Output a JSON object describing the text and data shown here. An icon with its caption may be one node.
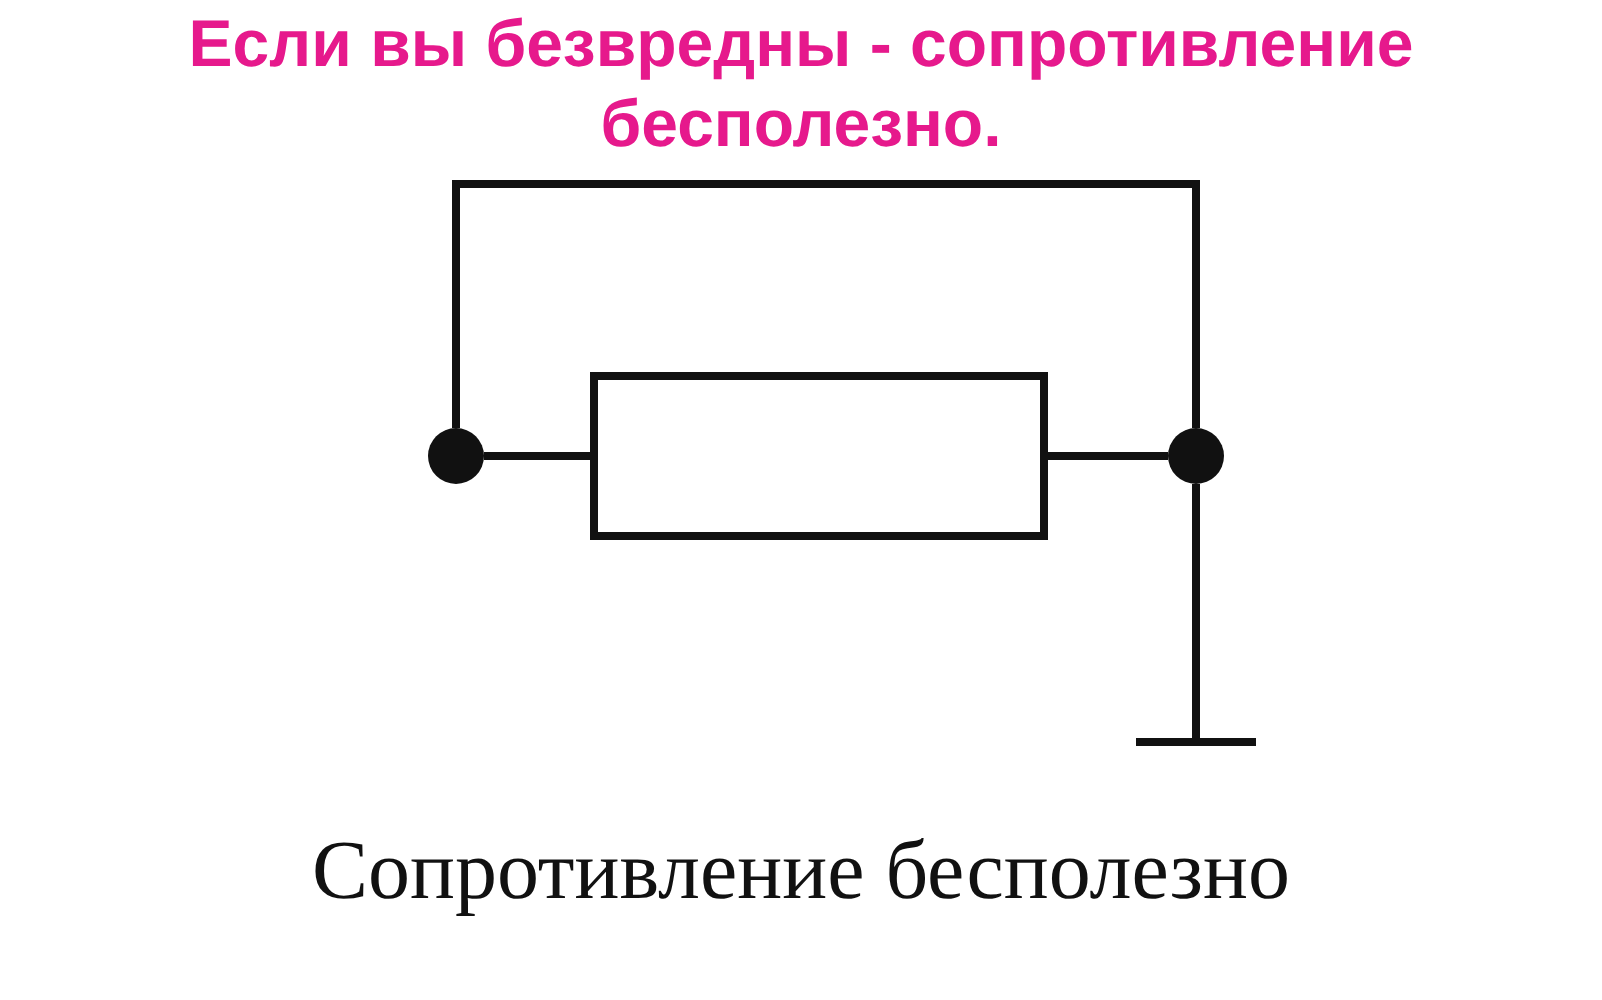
{
  "diagram": {
    "title": "Если вы безвредны - сопротивление бесполезно.",
    "caption": "Сопротивление бесполезно",
    "nodes": [
      {
        "text": [],
        "shape": "circle"
      },
      {
        "text": [],
        "shape": "box"
      },
      {
        "text": [],
        "shape": "circle"
      },
      {
        "text": [],
        "shape": "ground"
      }
    ],
    "edges": [
      {
        "from": 0,
        "to": 1,
        "arrow": "none"
      },
      {
        "from": 1,
        "to": 2,
        "arrow": "none"
      },
      {
        "from": 0,
        "to": 2,
        "arrow": "none"
      },
      {
        "from": 2,
        "to": 3,
        "arrow": "none"
      }
    ]
  }
}
